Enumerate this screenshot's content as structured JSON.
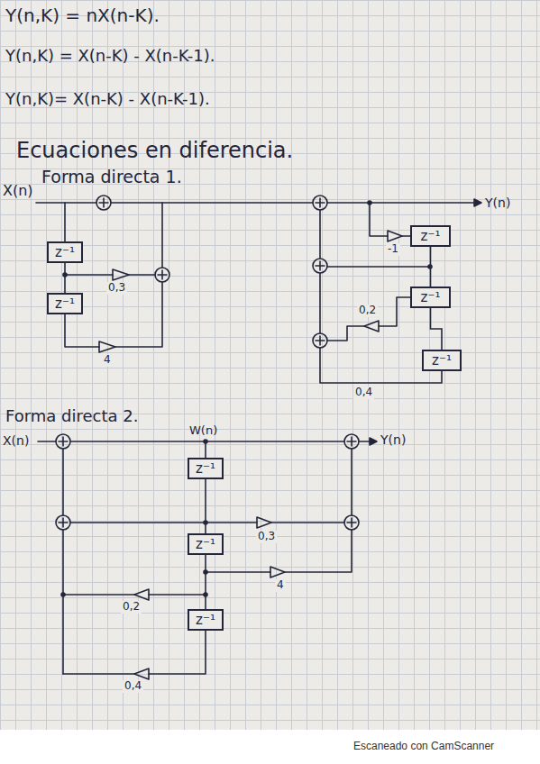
{
  "diagram": {
    "nodes": [
      {
        "text": [
          "z⁻¹"
        ]
      },
      {
        "text": [
          "z⁻¹"
        ]
      },
      {
        "text": [
          "z⁻¹"
        ]
      },
      {
        "text": [
          "z⁻¹"
        ]
      },
      {
        "text": [
          "z⁻¹"
        ]
      },
      {
        "text": [
          "z⁻¹"
        ]
      },
      {
        "text": [
          "z⁻¹"
        ]
      },
      {
        "text": [
          "z⁻¹"
        ]
      }
    ],
    "edges": [
      {
        "from": 0,
        "to": 1,
        "arrow": "none"
      },
      {
        "from": 2,
        "to": 3,
        "arrow": "none"
      },
      {
        "from": 3,
        "to": 4,
        "arrow": "none"
      },
      {
        "from": 5,
        "to": 6,
        "arrow": "none"
      },
      {
        "from": 6,
        "to": 7,
        "arrow": "none"
      }
    ],
    "labels": [
      "Y(n,K) = nX(n-K).",
      "Y(n,K) = X(n-K) - X(n-K-1).",
      "Y(n,K)= X(n-K) - X(n-K-1).",
      "Ecuaciones en diferencia.",
      "Forma directa 1.",
      "X(n)",
      "Y(n)",
      "0,3",
      "4",
      "-1",
      "0,2",
      "0,4",
      "Forma directa 2.",
      "X(n)",
      "W(n)",
      "Y(n)",
      "0,3",
      "4",
      "0,2",
      "0,4",
      "Escaneado con CamScanner"
    ]
  }
}
